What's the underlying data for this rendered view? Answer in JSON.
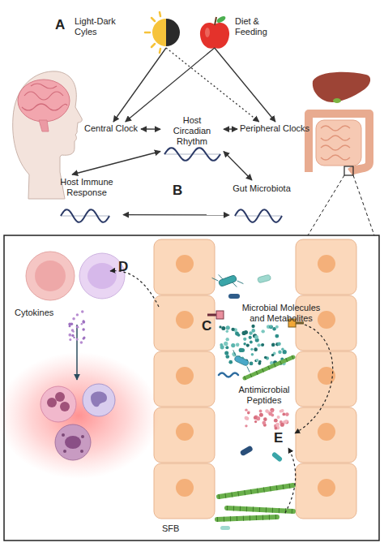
{
  "diagram": {
    "nodes": [
      {
        "text": [
          "Light-Dark Cyles"
        ]
      },
      {
        "text": [
          "Diet & Feeding"
        ]
      },
      {
        "text": [
          "Central Clock"
        ]
      },
      {
        "text": [
          "Host Circadian Rhythm"
        ]
      },
      {
        "text": [
          "Peripheral Clocks"
        ]
      },
      {
        "text": [
          "Host Immune Response"
        ]
      },
      {
        "text": [
          "Gut Microbiota"
        ]
      }
    ],
    "edges": [
      {
        "from": 0,
        "to": 2,
        "arrow": "to"
      },
      {
        "from": 0,
        "to": 4,
        "arrow": "to"
      },
      {
        "from": 1,
        "to": 2,
        "arrow": "to"
      },
      {
        "from": 1,
        "to": 4,
        "arrow": "to"
      },
      {
        "from": 2,
        "to": 3,
        "arrow": "both"
      },
      {
        "from": 3,
        "to": 4,
        "arrow": "both"
      },
      {
        "from": 5,
        "to": 3,
        "arrow": "both"
      },
      {
        "from": 6,
        "to": 3,
        "arrow": "both"
      },
      {
        "from": 5,
        "to": 6,
        "arrow": "both"
      }
    ],
    "labels": [
      "A",
      "B",
      "D",
      "C",
      "Microbial Molecules and Metabolites",
      "Cytokines",
      "Antimicrobial Peptides",
      "E",
      "SFB"
    ]
  }
}
